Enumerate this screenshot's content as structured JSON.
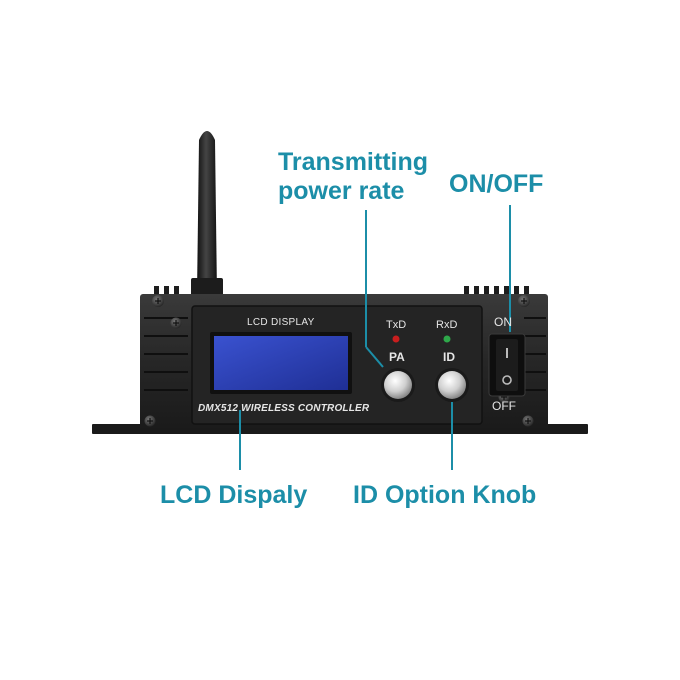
{
  "callouts": {
    "transmitting_line1": "Transmitting",
    "transmitting_line2": "power rate",
    "on_off": "ON/OFF",
    "lcd": "LCD Dispaly",
    "id_knob": "ID Option Knob"
  },
  "panel": {
    "lcd_caption": "LCD DISPLAY",
    "txd": "TxD",
    "rxd": "RxD",
    "pa": "PA",
    "id": "ID",
    "on": "ON",
    "off": "OFF",
    "model": "DMX512 WIRELESS CONTROLLER"
  },
  "colors": {
    "callout_text": "#1c8ea8",
    "device_body": "#2a2a2a",
    "lcd_screen": "#2a3fb8",
    "txd_led": "#c81e1e",
    "rxd_led": "#2ea84a"
  }
}
